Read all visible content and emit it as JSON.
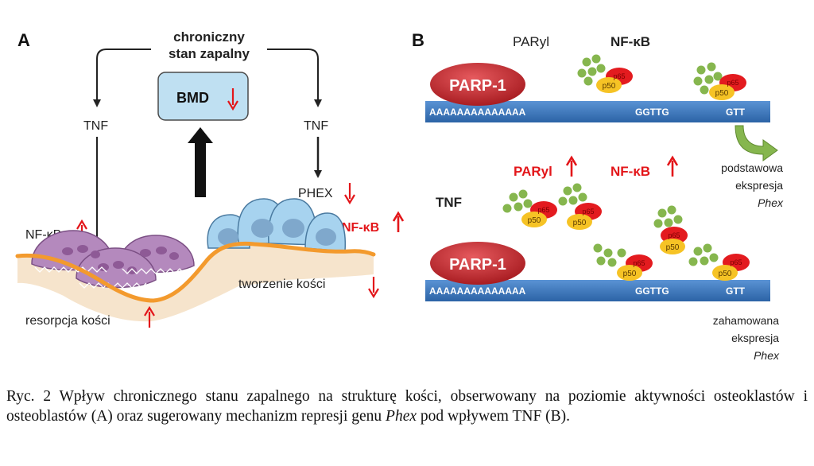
{
  "panel_a": {
    "letter": "A",
    "source_line1": "chroniczny",
    "source_line2": "stan zapalny",
    "bmd_label": "BMD",
    "tnf_left": "TNF",
    "tnf_right": "TNF",
    "phex_label": "PHEX",
    "nfkb_left": "NF-κB",
    "nfkb_right": "NF-κB",
    "resorption": "resorpcja kości",
    "formation": "tworzenie kości"
  },
  "panel_b": {
    "letter": "B",
    "paryl_top": "PARyl",
    "nfkb_top": "NF-κB",
    "parp_top": "PARP-1",
    "dna_top_a": "AAAAAAAAAAAAAA",
    "dna_top_ggttg": "GGTTG",
    "dna_top_gtt": "GTT",
    "basal_line1": "podstawowa",
    "basal_line2": "ekspresja",
    "basal_line3": "Phex",
    "tnf_label": "TNF",
    "paryl_up": "PARyl",
    "nfkb_up": "NF-κB",
    "parp_bottom": "PARP-1",
    "dna_bot_a": "AAAAAAAAAAAAAA",
    "dna_bot_ggttg": "GGTTG",
    "dna_bot_gtt": "GTT",
    "inhib_line1": "zahamowana",
    "inhib_line2": "ekspresja",
    "inhib_line3": "Phex",
    "p65": "p65",
    "p50": "p50"
  },
  "caption": {
    "part1": "Ryc. 2 Wpływ chronicznego stanu zapalnego na strukturę kości, obserwowany na poziomie aktywności osteoklastów i osteoblastów (A) oraz sugerowany mechanizm represji genu ",
    "gene": "Phex",
    "part2": " pod wpływem TNF (B)."
  },
  "colors": {
    "red": "#e3161a",
    "bone": "#f39a2d",
    "dna": "#3a78be",
    "parp": "#c9272d",
    "green": "#86b64e",
    "osteoclast": "#b489bd",
    "osteoblast": "#a7d3ef",
    "bmd_box": "#bfe0f2"
  }
}
